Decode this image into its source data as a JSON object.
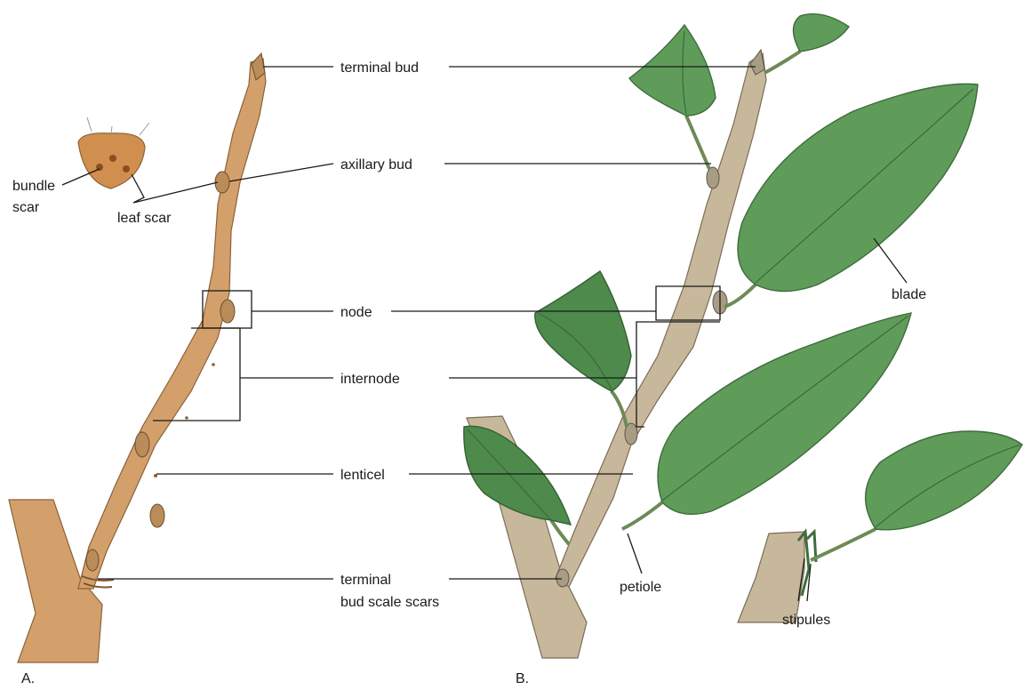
{
  "labels": {
    "terminal_bud": "terminal bud",
    "axillary_bud": "axillary bud",
    "node": "node",
    "internode": "internode",
    "lenticel": "lenticel",
    "terminal_bud_scale_scars_line1": "terminal",
    "terminal_bud_scale_scars_line2": "bud scale scars",
    "bundle_scar_line1": "bundle",
    "bundle_scar_line2": "scar",
    "leaf_scar": "leaf scar",
    "blade": "blade",
    "petiole": "petiole",
    "stipules": "stipules"
  },
  "panels": {
    "a": "A.",
    "b": "B."
  },
  "colors": {
    "twig_a_bark": "#d3a06c",
    "twig_b_bark": "#c7b79b",
    "leaf_green": "#5f9c5a",
    "leader_line": "#1a1a1a"
  }
}
